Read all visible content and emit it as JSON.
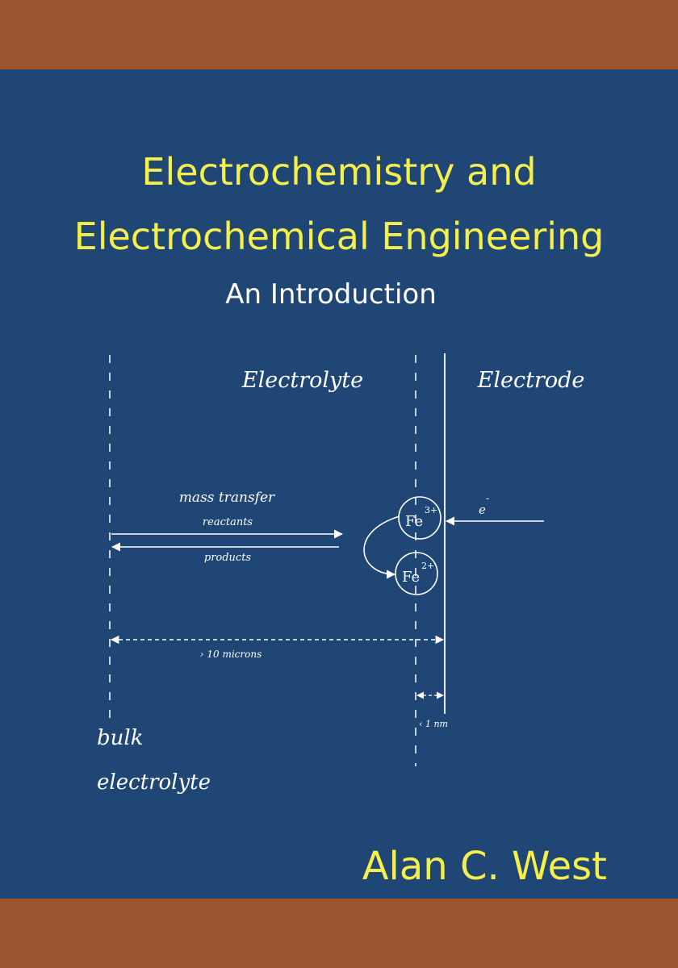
{
  "cover": {
    "title_line1": "Electrochemistry and",
    "title_line2": "Electrochemical Engineering",
    "subtitle": "An Introduction",
    "author": "Alan C. West"
  },
  "diagram": {
    "electrolyte_label": "Electrolyte",
    "electrode_label": "Electrode",
    "mass_transfer_label": "mass transfer",
    "reactants_label": "reactants",
    "products_label": "products",
    "fe3_symbol": "Fe",
    "fe3_charge": "3+",
    "fe2_symbol": "Fe",
    "fe2_charge": "2+",
    "electron_symbol": "e",
    "electron_charge": "-",
    "distance_bulk_label": "› 10 microns",
    "distance_layer_label": "‹ 1 nm",
    "bulk_label_line1": "bulk",
    "bulk_label_line2": "electrolyte"
  },
  "colors": {
    "background": "#1f4674",
    "band": "#9a5631",
    "title": "#f4ef4b",
    "subtitle": "#ffffff",
    "diagram": "#ffffff"
  }
}
